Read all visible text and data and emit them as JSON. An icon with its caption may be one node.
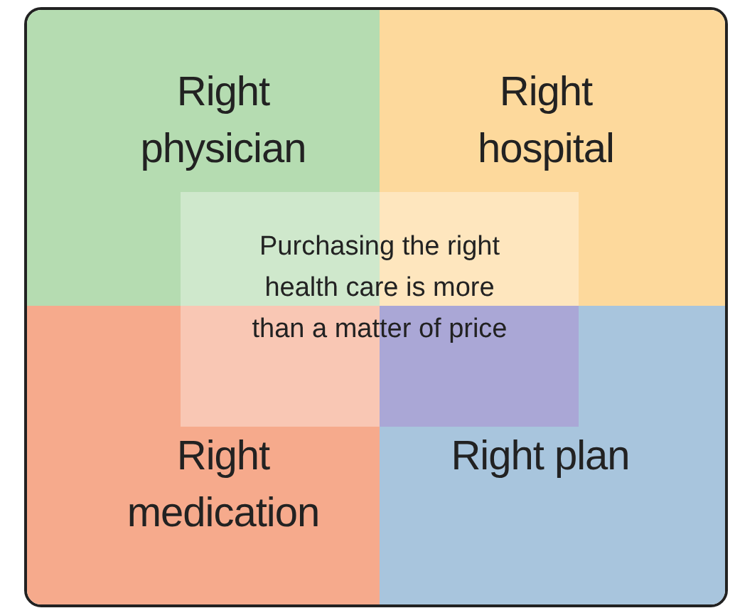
{
  "diagram": {
    "nodes": [
      {
        "text": [],
        "shape": "box"
      },
      {
        "text": [
          "Right physician"
        ],
        "in": 0
      },
      {
        "text": [
          "Right hospital"
        ],
        "in": 0
      },
      {
        "text": [
          "Right medication"
        ],
        "in": 0
      },
      {
        "text": [
          "Right plan"
        ],
        "in": 0
      },
      {
        "text": [
          "Purchasing the right health care is more than a matter of price"
        ],
        "in": 0
      }
    ]
  }
}
